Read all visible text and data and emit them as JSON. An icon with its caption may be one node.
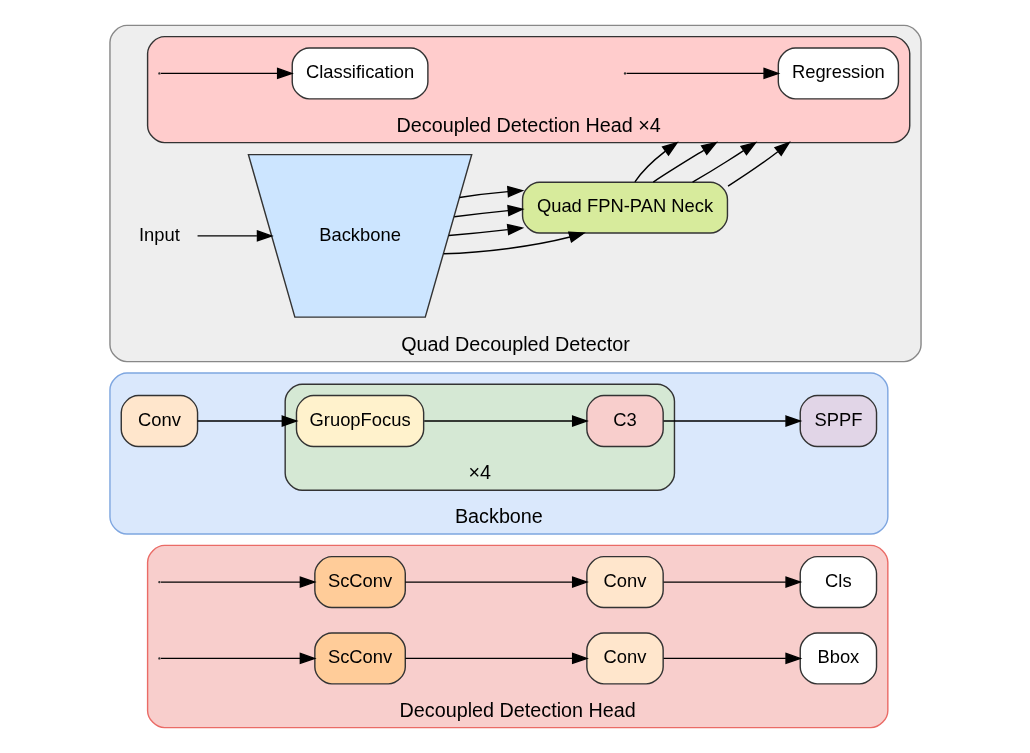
{
  "diagram": {
    "nodes": [
      {
        "text": [
          "Quad Decoupled Detector"
        ]
      },
      {
        "text": [
          "Input"
        ],
        "in": 0
      },
      {
        "text": [
          "Backbone"
        ],
        "in": 0
      },
      {
        "text": [
          "Quad FPN-PAN Neck"
        ],
        "in": 0
      },
      {
        "text": [
          "Decoupled Detection Head ×4"
        ],
        "in": 0
      },
      {
        "text": [
          "Regression"
        ],
        "in": 4
      },
      {
        "text": [
          "Classification"
        ],
        "in": 4
      },
      {
        "text": [
          "Backbone"
        ]
      },
      {
        "text": [
          "Conv"
        ],
        "in": 7
      },
      {
        "text": [],
        "shape": "box",
        "beside": [
          "×4"
        ],
        "in": 7
      },
      {
        "text": [
          "GruopFocus"
        ],
        "in": 9
      },
      {
        "text": [
          "C3"
        ],
        "in": 9
      },
      {
        "text": [
          "SPPF"
        ],
        "in": 7
      },
      {
        "text": [
          "Decoupled Detection Head"
        ]
      },
      {
        "text": [
          "ScConv"
        ],
        "in": 13
      },
      {
        "text": [
          "Conv"
        ],
        "in": 13
      },
      {
        "text": [
          "Cls"
        ],
        "in": 13
      },
      {
        "text": [
          "ScConv"
        ],
        "in": 13
      },
      {
        "text": [
          "Conv"
        ],
        "in": 13
      },
      {
        "text": [
          "Bbox"
        ],
        "in": 13
      }
    ],
    "edges": [
      {
        "from": 1,
        "to": 2,
        "arrow": "to"
      },
      {
        "from": 2,
        "to": 3,
        "arrow": "to"
      },
      {
        "from": 2,
        "to": 3,
        "arrow": "to"
      },
      {
        "from": 2,
        "to": 3,
        "arrow": "to"
      },
      {
        "from": 2,
        "to": 3,
        "arrow": "to"
      },
      {
        "from": 3,
        "to": 4,
        "arrow": "to"
      },
      {
        "from": 3,
        "to": 4,
        "arrow": "to"
      },
      {
        "from": 3,
        "to": 4,
        "arrow": "to"
      },
      {
        "from": 3,
        "to": 4,
        "arrow": "to"
      },
      {
        "from": null,
        "to": 5,
        "arrow": "to"
      },
      {
        "from": null,
        "to": 6,
        "arrow": "to"
      },
      {
        "from": 8,
        "to": 10,
        "arrow": "to"
      },
      {
        "from": 10,
        "to": 11,
        "arrow": "to"
      },
      {
        "from": 11,
        "to": 12,
        "arrow": "to"
      },
      {
        "from": null,
        "to": 14,
        "arrow": "to"
      },
      {
        "from": null,
        "to": 17,
        "arrow": "to"
      },
      {
        "from": 14,
        "to": 15,
        "arrow": "to"
      },
      {
        "from": 15,
        "to": 16,
        "arrow": "to"
      },
      {
        "from": 17,
        "to": 18,
        "arrow": "to"
      },
      {
        "from": 18,
        "to": 19,
        "arrow": "to"
      }
    ]
  }
}
